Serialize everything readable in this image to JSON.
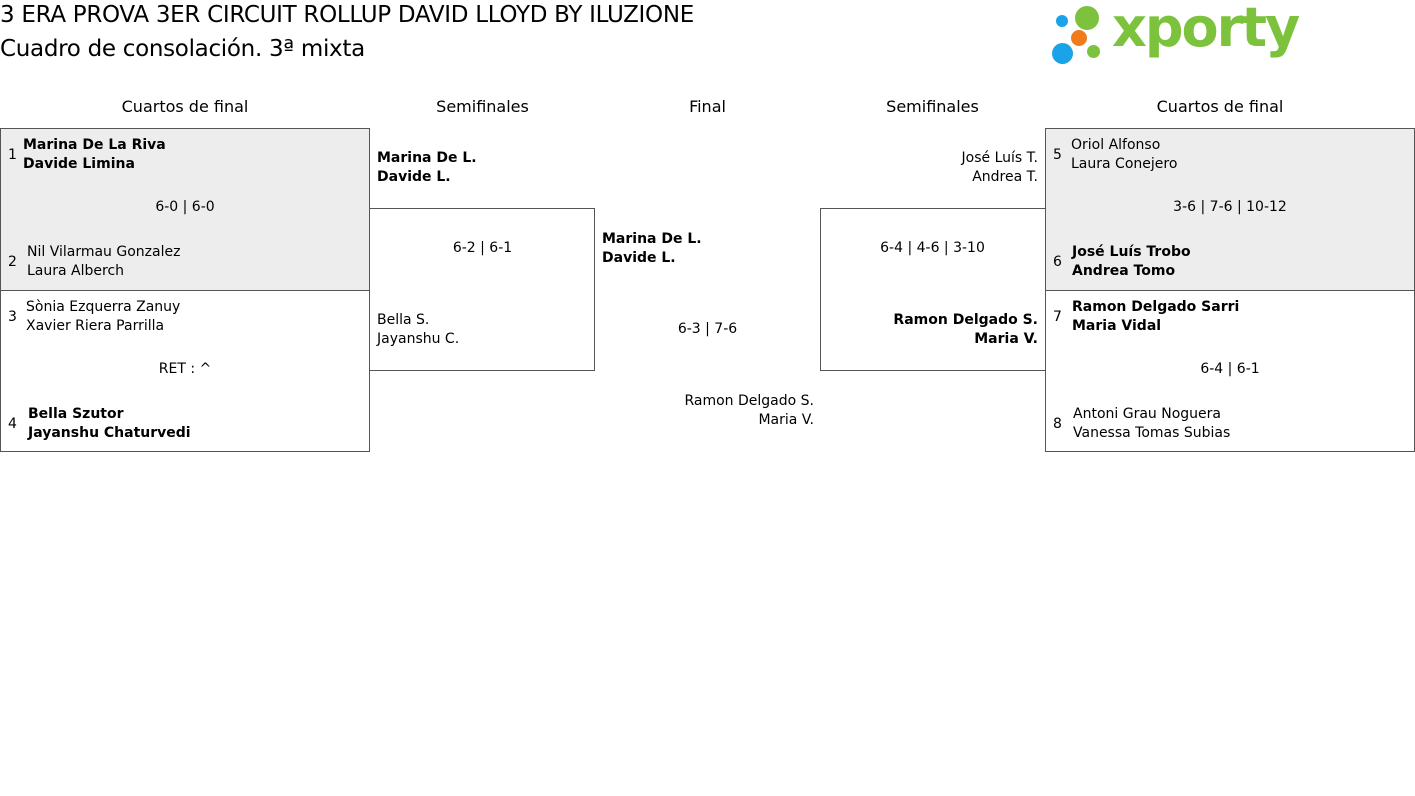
{
  "header": {
    "title": "3 ERA PROVA 3ER CIRCUIT ROLLUP DAVID LLOYD BY ILUZIONE",
    "subtitle": "Cuadro de consolación. 3ª mixta",
    "logo_text": "xporty",
    "logo_colors": {
      "green": "#7cc23c",
      "blue": "#1aa3e8",
      "orange": "#f07b1d"
    }
  },
  "rounds": {
    "left_qf": "Cuartos de final",
    "left_sf": "Semifinales",
    "final": "Final",
    "right_sf": "Semifinales",
    "right_qf": "Cuartos de final"
  },
  "left_qf": [
    {
      "top": {
        "seed": "1",
        "p1": "Marina De La Riva",
        "p2": "Davide Limina",
        "winner": true
      },
      "bottom": {
        "seed": "2",
        "p1": "Nil Vilarmau Gonzalez",
        "p2": "Laura Alberch",
        "winner": false
      },
      "score": "6-0 | 6-0"
    },
    {
      "top": {
        "seed": "3",
        "p1": "Sònia Ezquerra Zanuy",
        "p2": "Xavier Riera Parrilla",
        "winner": false
      },
      "bottom": {
        "seed": "4",
        "p1": "Bella Szutor",
        "p2": "Jayanshu Chaturvedi",
        "winner": true
      },
      "score": "RET : ^"
    }
  ],
  "left_sf": {
    "top": {
      "p1": "Marina De L.",
      "p2": "Davide L.",
      "winner": true
    },
    "bottom": {
      "p1": "Bella S.",
      "p2": "Jayanshu C.",
      "winner": false
    },
    "score": "6-2 | 6-1"
  },
  "final": {
    "top": {
      "p1": "Marina De L.",
      "p2": "Davide L.",
      "winner": true
    },
    "bottom": {
      "p1": "Ramon Delgado S.",
      "p2": "Maria V.",
      "winner": false
    },
    "score": "6-3 | 7-6"
  },
  "right_sf": {
    "top": {
      "p1": "José Luís T.",
      "p2": "Andrea T.",
      "winner": false
    },
    "bottom": {
      "p1": "Ramon Delgado S.",
      "p2": "Maria V.",
      "winner": true
    },
    "score": "6-4 | 4-6 | 3-10"
  },
  "right_qf": [
    {
      "top": {
        "seed": "5",
        "p1": "Oriol Alfonso",
        "p2": "Laura Conejero",
        "winner": false
      },
      "bottom": {
        "seed": "6",
        "p1": "José Luís Trobo",
        "p2": "Andrea Tomo",
        "winner": true
      },
      "score": "3-6 | 7-6 | 10-12"
    },
    {
      "top": {
        "seed": "7",
        "p1": "Ramon Delgado Sarri",
        "p2": "Maria Vidal",
        "winner": true
      },
      "bottom": {
        "seed": "8",
        "p1": "Antoni Grau Noguera",
        "p2": "Vanessa Tomas Subias",
        "winner": false
      },
      "score": "6-4 | 6-1"
    }
  ]
}
